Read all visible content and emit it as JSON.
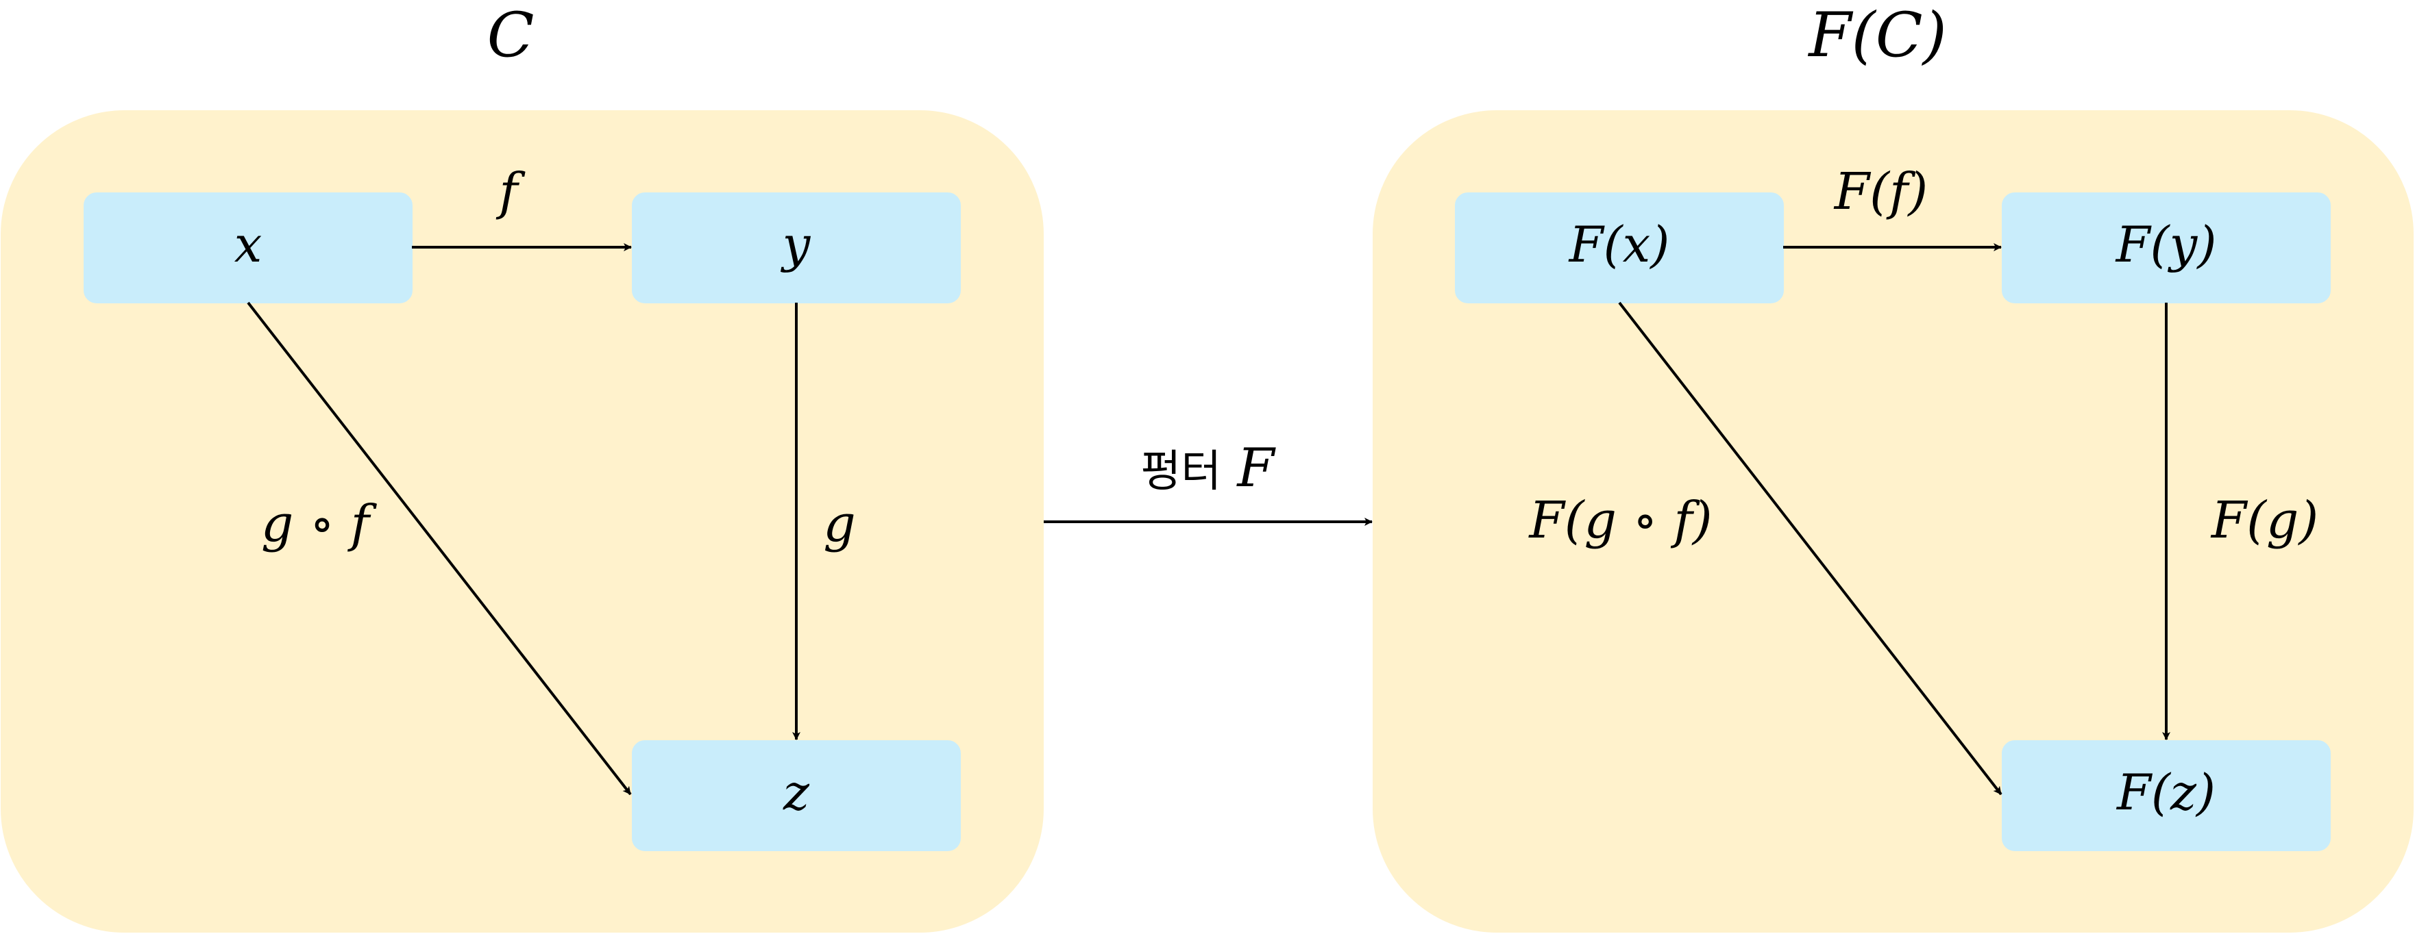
{
  "colors": {
    "panel_fill": "#fff2cc",
    "node_fill": "#c9edfb",
    "edge": "#000000"
  },
  "titles": {
    "left": "C",
    "right": "F(C)"
  },
  "left": {
    "nodes": {
      "x": "x",
      "y": "y",
      "z": "z"
    },
    "edges": {
      "f": "f",
      "g": "g",
      "g_compose_f": "g ∘ f"
    }
  },
  "right": {
    "nodes": {
      "x": "F(x)",
      "y": "F(y)",
      "z": "F(z)"
    },
    "edges": {
      "f": "F(f)",
      "g": "F(g)",
      "g_compose_f": "F(g ∘ f)"
    }
  },
  "functor": {
    "label_prefix": "펑터",
    "label_symbol": "F"
  }
}
